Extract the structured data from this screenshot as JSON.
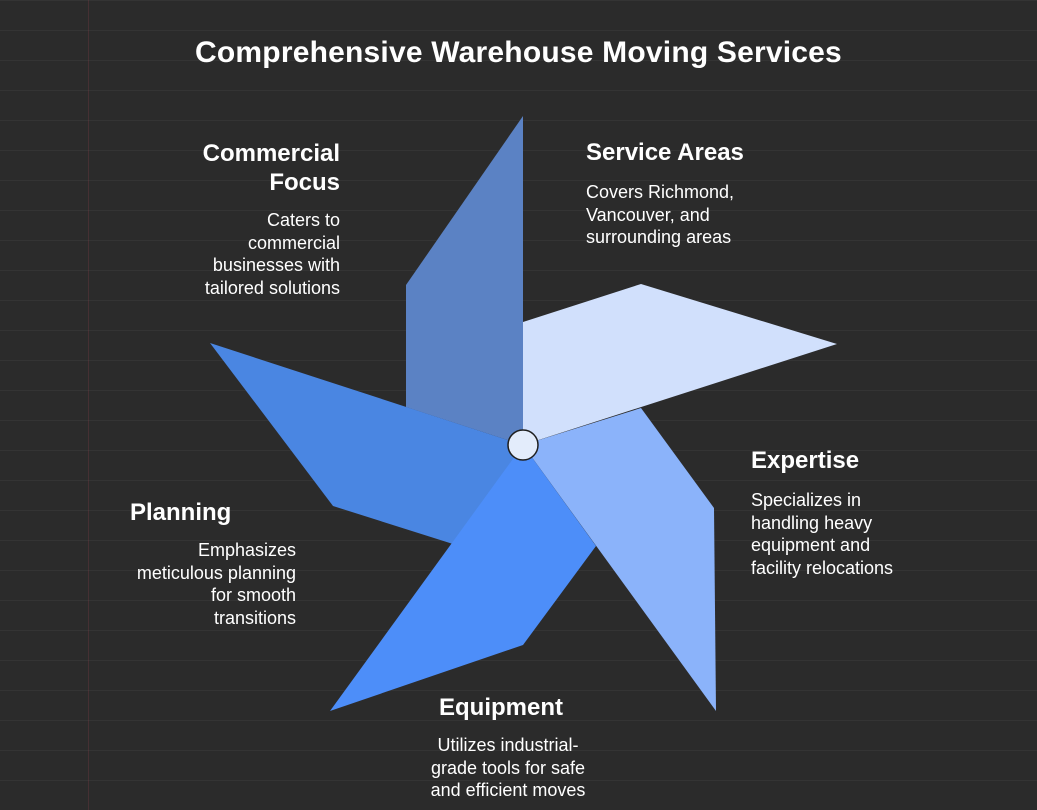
{
  "title": "Comprehensive Warehouse Moving Services",
  "colors": {
    "background": "#2b2b2b",
    "blade_commercial_focus": "#5b82c4",
    "blade_service_areas": "#d1e0fc",
    "blade_expertise": "#8bb3fa",
    "blade_equipment": "#4d8ef9",
    "blade_planning": "#4a86e2",
    "hub": "#e3ecfb"
  },
  "sections": {
    "commercial_focus": {
      "heading": "Commercial Focus",
      "description": "Caters to commercial businesses with tailored solutions"
    },
    "service_areas": {
      "heading": "Service Areas",
      "description": "Covers Richmond, Vancouver, and surrounding areas"
    },
    "expertise": {
      "heading": "Expertise",
      "description": "Specializes in handling heavy equipment and facility relocations"
    },
    "equipment": {
      "heading": "Equipment",
      "description": "Utilizes industrial-grade tools for safe and efficient moves"
    },
    "planning": {
      "heading": "Planning",
      "description": "Emphasizes meticulous planning for smooth transitions"
    }
  }
}
